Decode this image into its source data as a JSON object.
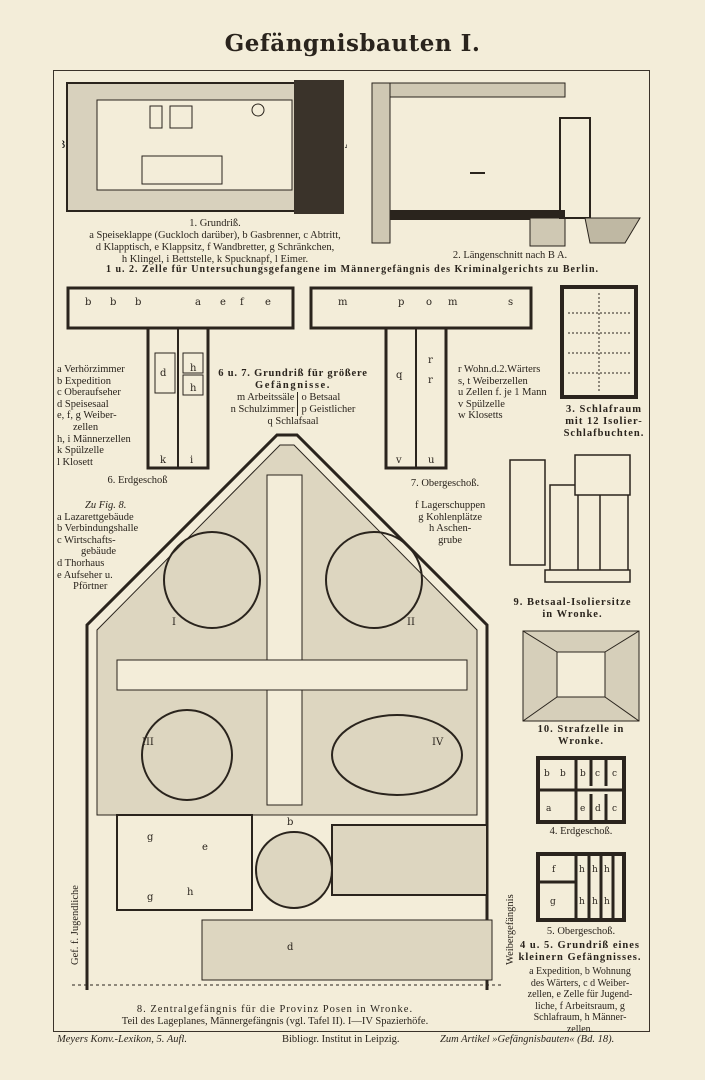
{
  "title": "Gefängnisbauten I.",
  "fig1": {
    "caption": "1. Grundriß.",
    "legend": [
      "a Speiseklappe (Guckloch darüber), b Gasbrenner, c Abtritt,",
      "d Klapptisch, e Klappsitz, f Wandbretter, g Schränkchen,",
      "h Klingel, i Bettstelle, k Spucknapf, l Eimer."
    ]
  },
  "fig2": {
    "caption": "2. Längenschnitt nach B A."
  },
  "fig12_caption": "1 u. 2. Zelle für Untersuchungsgefangene im Männergefängnis des Kriminalgerichts zu Berlin.",
  "fig6": {
    "caption": "6. Erdgeschoß",
    "legend": [
      "a Verhörzimmer",
      "b Expedition",
      "c Oberaufseher",
      "d Speisesaal",
      "e, f, g Weiber-",
      "zellen",
      "h, i Männerzellen",
      "k Spülzelle",
      "l Klosett"
    ]
  },
  "fig67": {
    "caption_line1": "6 u. 7. Grundriß für größere",
    "caption_line2": "Gefängnisse.",
    "legend_left": [
      "m Arbeitssäle",
      "n Schulzimmer"
    ],
    "legend_right": [
      "o Betsaal",
      "p Geistlicher"
    ],
    "legend_center": "q Schlafsaal"
  },
  "fig7": {
    "caption": "7. Obergeschoß.",
    "legend": [
      "r Wohn.d.2.Wärters",
      "s, t Weiberzellen",
      "u Zellen f. je 1 Mann",
      "v Spülzelle",
      "w Klosetts"
    ]
  },
  "fig3": {
    "caption": [
      "3. Schlafraum",
      "mit 12 Isolier-",
      "Schlafbuchten."
    ]
  },
  "fig8": {
    "legend_title": "Zu Fig. 8.",
    "legend": [
      "a Lazarettgebäude",
      "b Verbindungshalle",
      "c Wirtschafts-",
      "gebäude",
      "d Thorhaus",
      "e Aufseher u.",
      "Pförtner"
    ],
    "legend2": [
      "f Lagerschuppen",
      "g Kohlenplätze",
      "h Aschen-",
      "grube"
    ],
    "label_left": "Gef. f. Jugendliche",
    "label_right": "Weibergefängnis",
    "yard_labels": [
      "I",
      "II",
      "III",
      "IV"
    ],
    "caption_line1": "8. Zentralgefängnis für die Provinz Posen in Wronke.",
    "caption_line2": "Teil des Lageplanes, Männergefängnis (vgl. Tafel II).  I—IV Spazierhöfe."
  },
  "fig9": {
    "caption": [
      "9. Betsaal-Isoliersitze",
      "in Wronke."
    ]
  },
  "fig10": {
    "caption": [
      "10. Strafzelle in",
      "Wronke."
    ]
  },
  "fig4": {
    "caption": "4. Erdgeschoß."
  },
  "fig5": {
    "caption": "5. Obergeschoß."
  },
  "fig45": {
    "caption": [
      "4 u. 5. Grundriß eines",
      "kleinern Gefängnisses."
    ],
    "legend": [
      "a Expedition, b Wohnung",
      "des Wärters, c d Weiber-",
      "zellen, e Zelle für Jugend-",
      "liche, f Arbeitsraum, g",
      "Schlafraum, h Männer-",
      "zellen."
    ]
  },
  "footer": {
    "left": "Meyers Konv.-Lexikon, 5. Aufl.",
    "center": "Bibliogr. Institut in Leipzig.",
    "right": "Zum Artikel »Gefängnisbauten« (Bd. 18)."
  },
  "colors": {
    "paper": "#f3edd9",
    "ink": "#2a241d"
  }
}
